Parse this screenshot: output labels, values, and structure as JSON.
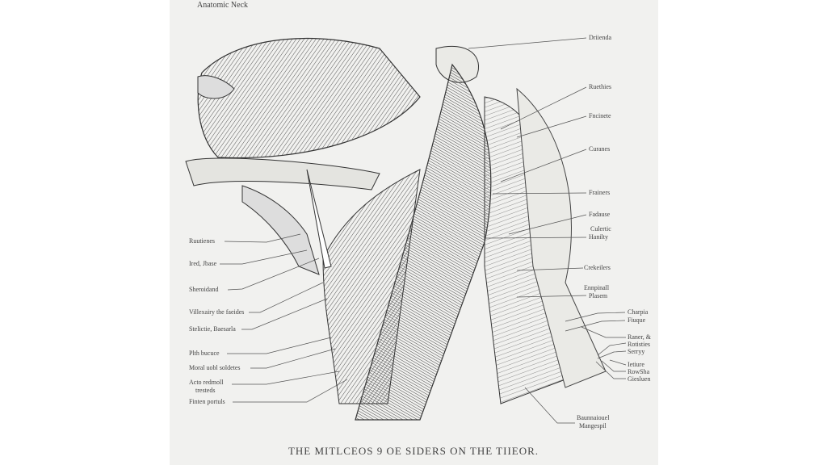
{
  "subtitle": "Anatomic Neck",
  "caption": "THE MITLCEOS 9 OE SIDERS ON THE TIIEOR.",
  "left_labels": [
    "Ruutienes",
    "Ired, Jbase",
    "Sheroidand",
    "Villexairy the faeides",
    "Stelictie, Baesarla",
    "Plth bucuce",
    "Moral uobl soldetes",
    "Acto redmoll",
    "tresteds",
    "Finten portuls"
  ],
  "right_labels": [
    "Driienda",
    "Ruethies",
    "Fncinete",
    "Curanes",
    "Frainers",
    "Fadause",
    "Culertic",
    "Hanilty",
    "Crekeilers",
    "Ennpinall",
    "Plasem",
    "Charpia",
    "Fiuque",
    "Raner, &",
    "Rotisties",
    "Serryy",
    "Ietiure",
    "RowSha",
    "Giesluen",
    "Baunnaiouel",
    "Mangespil"
  ]
}
